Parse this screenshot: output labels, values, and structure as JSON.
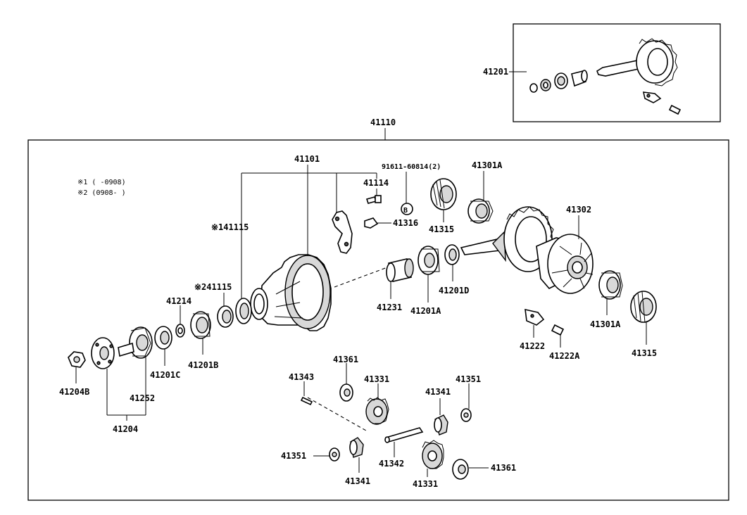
{
  "inset": {
    "part_label": "41201"
  },
  "assembly": {
    "top_label": "41110"
  },
  "notes": {
    "note1": "※1 (   -0908)",
    "note2": "※2 (0908-   )"
  },
  "callouts": {
    "c41101": "41101",
    "c41114": "41114",
    "c91611": "91611-60814(2)",
    "c41301A_top": "41301A",
    "c41316": "41316",
    "c41315_top": "41315",
    "c41302": "41302",
    "c141115": "※141115",
    "c241115": "※241115",
    "c41214": "41214",
    "c41231": "41231",
    "c41201A": "41201A",
    "c41201D": "41201D",
    "c41301A_right": "41301A",
    "c41315_right": "41315",
    "c41222": "41222",
    "c41222A": "41222A",
    "c41204B": "41204B",
    "c41201C": "41201C",
    "c41201B": "41201B",
    "c41252": "41252",
    "c41204": "41204",
    "c41343": "41343",
    "c41361_top": "41361",
    "c41331_top": "41331",
    "c41341_right": "41341",
    "c41351_right": "41351",
    "c41351_left": "41351",
    "c41342": "41342",
    "c41341_bottom": "41341",
    "c41331_bottom": "41331",
    "c41361_bottom": "41361"
  },
  "marker_b": "B"
}
